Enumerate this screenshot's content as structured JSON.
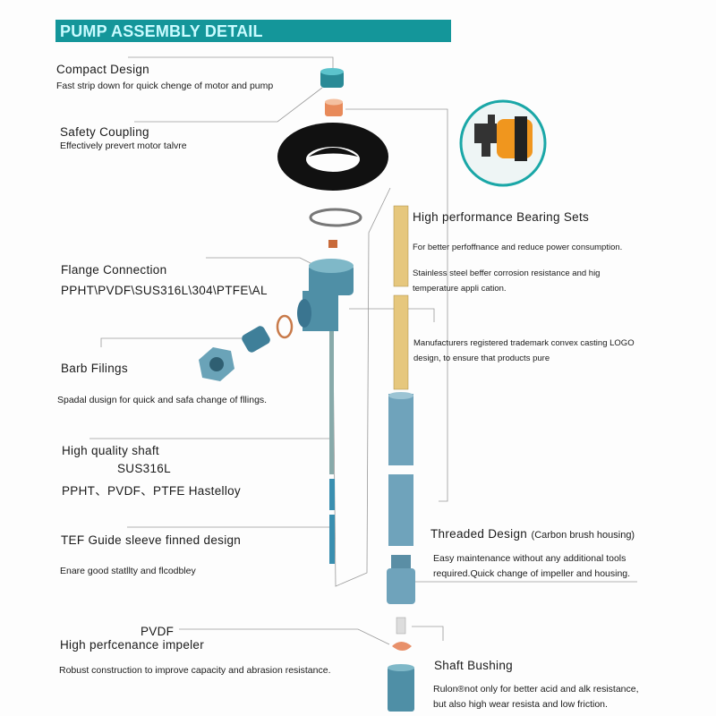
{
  "header": {
    "title": "PUMP ASSEMBLY DETAIL"
  },
  "features": {
    "compact": {
      "title": "Compact Design",
      "desc": "Fast strip down for quick chenge of motor and pump"
    },
    "coupling": {
      "title": "Safety Coupling",
      "desc": "Effectively prevert motor talvre"
    },
    "bearing": {
      "title": "High performance Bearing Sets",
      "desc1": "For better perfoffnance and reduce power consumption.",
      "desc2": "Stainless steel beffer corrosion resistance and hig",
      "desc3": "temperature appli cation."
    },
    "flange": {
      "title": "Flange Connection",
      "materials": "PPHT\\PVDF\\SUS316L\\304\\PTFE\\AL"
    },
    "logo": {
      "desc1": "Manufacturers registered trademark convex casting LOGO",
      "desc2": "design, to ensure that products pure"
    },
    "barb": {
      "title": "Barb Filings",
      "desc": "Spadal dusign for quick and safa change of fllings."
    },
    "shaft": {
      "title": "High quality shaft",
      "material1": "SUS316L",
      "material2": "PPHT、PVDF、PTFE  Hastelloy"
    },
    "guide": {
      "title": "TEF Guide sleeve finned design",
      "desc": "Enare good statllty and flcodbley"
    },
    "threaded": {
      "title": "Threaded Design",
      "subtitle": "(Carbon brush housing)",
      "desc1": "Easy maintenance without any additional tools",
      "desc2": "required.Quick change of impeller and housing."
    },
    "impeller": {
      "material": "PVDF",
      "title": "High perfcenance impeler",
      "desc": "Robust construction to improve capacity and abrasion resistance."
    },
    "bushing": {
      "title": "Shaft Bushing",
      "desc1": "Rulon®not only for better acid and alk resistance,",
      "desc2": "but also high wear resista and low friction."
    }
  },
  "colors": {
    "header_bg": "#14969a",
    "header_text": "#c9fbff",
    "part_blue": "#4f8fa6",
    "tube_yellow": "#e6c77d",
    "coupling_orange": "#e88a5a"
  }
}
